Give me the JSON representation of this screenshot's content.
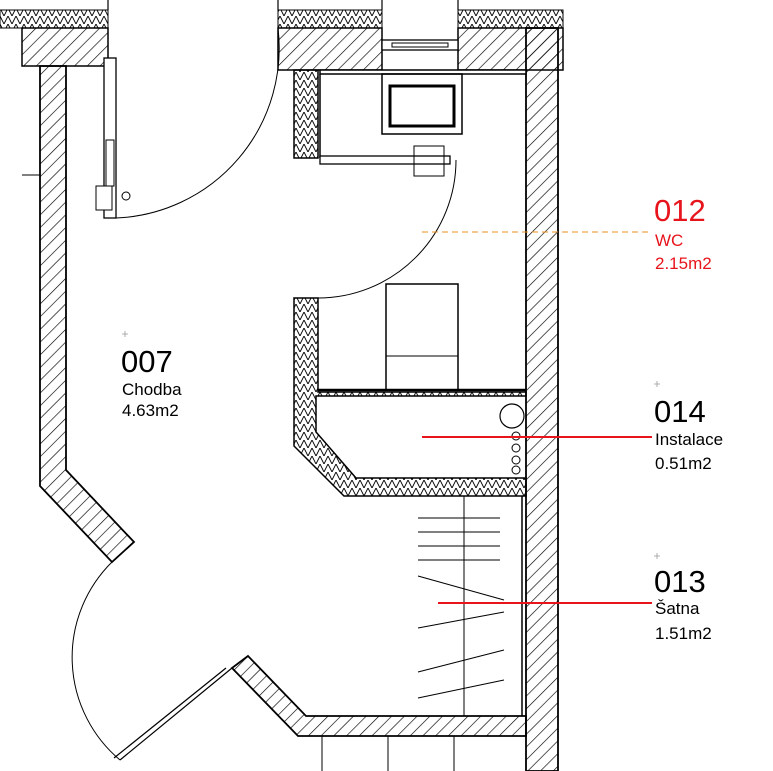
{
  "colors": {
    "wall": "#000000",
    "hatch": "#000000",
    "highlight": "#e8141c",
    "leader_solid": "#e8141c",
    "leader_dashed": "#e8901c",
    "background": "#ffffff"
  },
  "rooms": [
    {
      "number": "007",
      "name": "Chodba",
      "area": "4.63m2",
      "highlighted": false
    },
    {
      "number": "012",
      "name": "WC",
      "area": "2.15m2",
      "highlighted": true
    },
    {
      "number": "014",
      "name": "Instalace",
      "area": "0.51m2",
      "highlighted": false
    },
    {
      "number": "013",
      "name": "Šatna",
      "area": "1.51m2",
      "highlighted": false
    }
  ]
}
